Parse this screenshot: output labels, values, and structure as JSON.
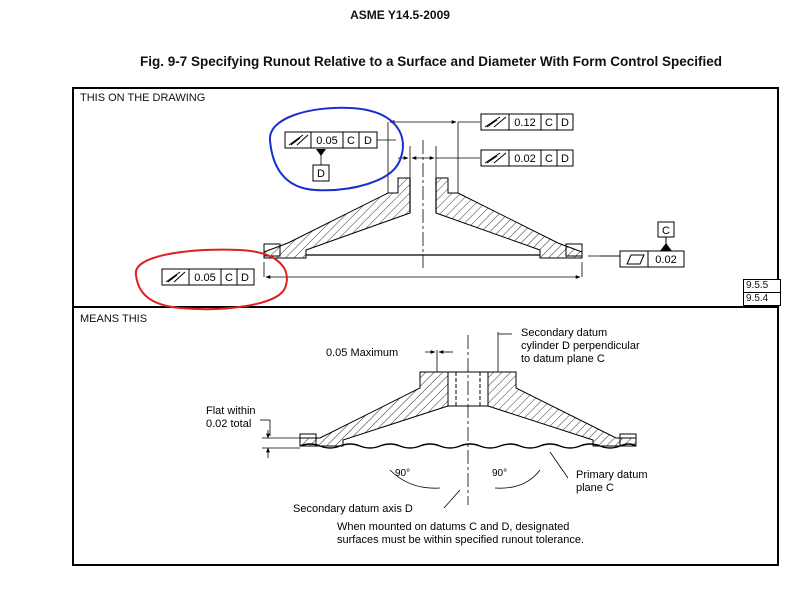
{
  "header": {
    "standard": "ASME Y14.5-2009"
  },
  "figure": {
    "title": "Fig. 9-7   Specifying Runout Relative to a Surface and Diameter With Form Control Specified"
  },
  "drawing": {
    "section_label": "THIS ON THE DRAWING",
    "fcf_top_right": {
      "tolerance": "0.12",
      "datum1": "C",
      "datum2": "D"
    },
    "fcf_mid_right": {
      "tolerance": "0.02",
      "datum1": "C",
      "datum2": "D"
    },
    "fcf_left_circled_blue": {
      "tolerance": "0.05",
      "datum1": "C",
      "datum2": "D"
    },
    "datum_D_label": "D",
    "fcf_bottom_left_circled_red": {
      "tolerance": "0.05",
      "datum1": "C",
      "datum2": "D"
    },
    "datum_C_label": "C",
    "flatness_fcf": {
      "tolerance": "0.02"
    },
    "refs": [
      "9.5.5",
      "9.5.4"
    ]
  },
  "means": {
    "section_label": "MEANS THIS",
    "max_label": "0.05 Maximum",
    "secondary_datum_line1": "Secondary datum",
    "secondary_datum_line2": "cylinder D perpendicular",
    "secondary_datum_line3": "to datum plane C",
    "flat_within_line1": "Flat within",
    "flat_within_line2": "0.02 total",
    "angle_left": "90°",
    "angle_right": "90°",
    "primary_datum_line1": "Primary datum",
    "primary_datum_line2": "plane C",
    "axis_label": "Secondary datum axis D",
    "note_line1": "When mounted on datums C and D, designated",
    "note_line2": "surfaces must be within specified runout tolerance."
  },
  "annotations": {
    "blue_circle_color": "#1a2fd0",
    "red_circle_color": "#e02020"
  }
}
